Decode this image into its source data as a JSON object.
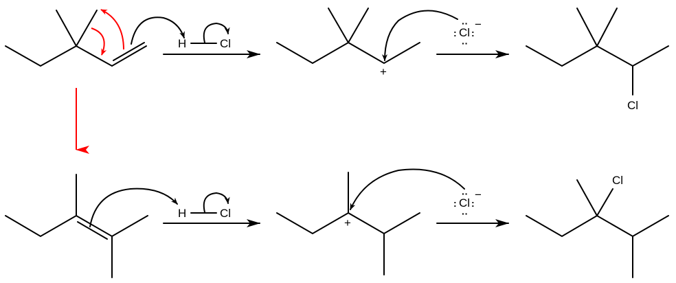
{
  "reagent": {
    "h": "H",
    "cl": "Cl"
  },
  "chloride": {
    "symbol": "Cl",
    "lone_pair": ":",
    "charge": "−"
  },
  "carbocation": {
    "charge": "+"
  },
  "product": {
    "substituent": "Cl"
  },
  "colors": {
    "bonds": "#000000",
    "rearrangement": "#ff0000"
  }
}
